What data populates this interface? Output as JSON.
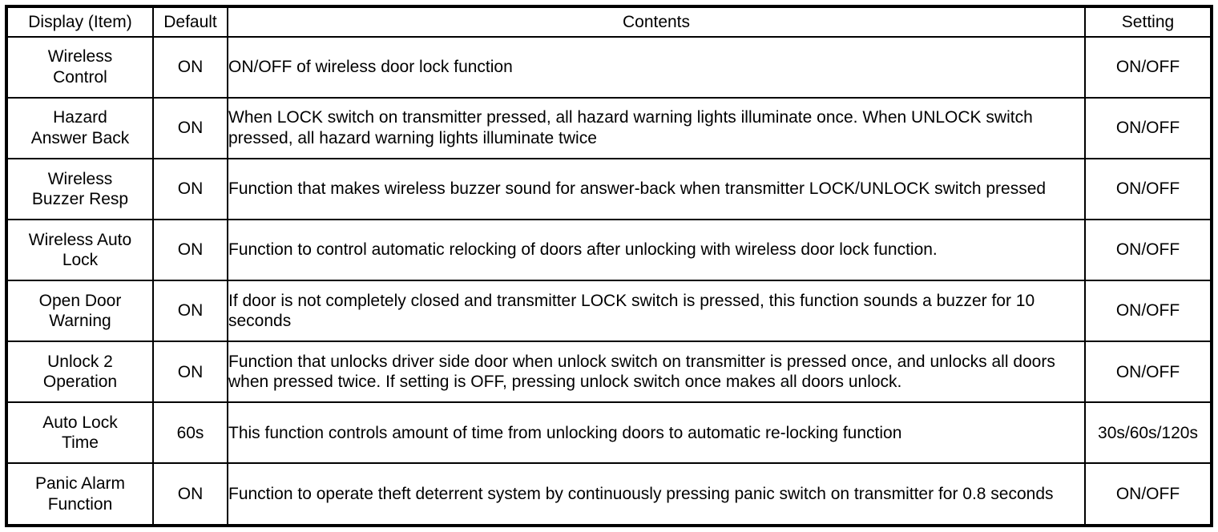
{
  "table": {
    "headers": {
      "display": "Display (Item)",
      "default": "Default",
      "contents": "Contents",
      "setting": "Setting"
    },
    "rows": [
      {
        "display": "Wireless\nControl",
        "default": "ON",
        "contents": "ON/OFF of wireless door lock function",
        "setting": "ON/OFF"
      },
      {
        "display": "Hazard\nAnswer Back",
        "default": "ON",
        "contents": "When LOCK switch on transmitter pressed, all hazard warning lights illuminate once. When UNLOCK switch pressed, all hazard warning lights illuminate twice",
        "setting": "ON/OFF"
      },
      {
        "display": "Wireless\nBuzzer Resp",
        "default": "ON",
        "contents": "Function that makes wireless buzzer sound for answer-back when transmitter LOCK/UNLOCK switch pressed",
        "setting": "ON/OFF"
      },
      {
        "display": "Wireless Auto\nLock",
        "default": "ON",
        "contents": "Function to control automatic relocking of doors after unlocking with wireless door lock function.",
        "setting": "ON/OFF"
      },
      {
        "display": "Open Door\nWarning",
        "default": "ON",
        "contents": "If door is not completely closed and transmitter LOCK switch is pressed, this function sounds a buzzer for 10 seconds",
        "setting": "ON/OFF"
      },
      {
        "display": "Unlock 2\nOperation",
        "default": "ON",
        "contents": "Function that unlocks driver side door when unlock switch on transmitter is pressed once, and unlocks all doors when pressed twice. If setting is OFF, pressing unlock switch once makes all doors unlock.",
        "setting": "ON/OFF"
      },
      {
        "display": "Auto Lock\nTime",
        "default": "60s",
        "contents": "This function controls amount of time from unlocking doors to automatic re-locking function",
        "setting": "30s/60s/120s"
      },
      {
        "display": "Panic Alarm\nFunction",
        "default": "ON",
        "contents": "Function to operate theft deterrent system by continuously pressing panic switch on transmitter for 0.8 seconds",
        "setting": "ON/OFF"
      }
    ]
  },
  "style": {
    "border_color": "#000000",
    "background_color": "#ffffff",
    "text_color": "#000000"
  }
}
